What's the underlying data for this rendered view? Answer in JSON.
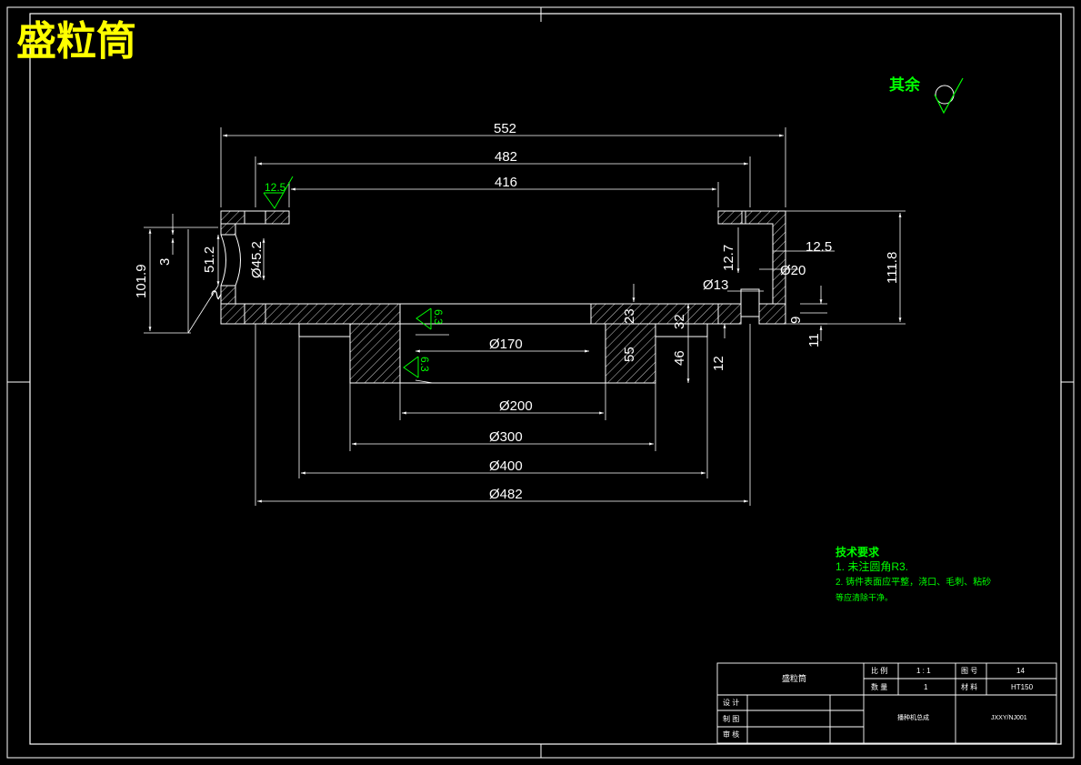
{
  "title": "盛粒筒",
  "roughness": {
    "other_label": "其余",
    "r12_5": "12.5",
    "r6_3_a": "6.3",
    "r6_3_b": "6.3"
  },
  "dimensions": {
    "d552": "552",
    "d482_top": "482",
    "d416": "416",
    "d101_9": "101.9",
    "d3": "3",
    "d51_2": "51.2",
    "d45_2": "Ø45.2",
    "d2": "2",
    "d12_7": "12.7",
    "d12_5": "12.5",
    "d20": "Ø20",
    "d13": "Ø13",
    "d111_8": "111.8",
    "d23": "23",
    "d32": "32",
    "d9": "9",
    "d11": "11",
    "d170": "Ø170",
    "d55": "55",
    "d46": "46",
    "d12": "12",
    "d200": "Ø200",
    "d300": "Ø300",
    "d400": "Ø400",
    "d482_bot": "Ø482"
  },
  "tech_requirements": {
    "heading": "技术要求",
    "line1": "1. 未注圆角R3.",
    "line2": "2. 铸件表面应平整，浇口、毛刺、粘砂",
    "line3": "等应清除干净。"
  },
  "title_block": {
    "part_name": "盛粒筒",
    "scale_label": "比 例",
    "scale_value": "1 : 1",
    "drawing_no_label": "图 号",
    "drawing_no_value": "14",
    "quantity_label": "数 量",
    "quantity_value": "1",
    "material_label": "材 料",
    "material_value": "HT150",
    "design_label": "设 计",
    "draw_label": "制 图",
    "review_label": "审 核",
    "assembly_name": "播种机总成",
    "school_code": "JXXY/NJ001"
  },
  "colors": {
    "background": "#000000",
    "lines": "#ffffff",
    "title": "#ffff00",
    "annotation": "#00ff00"
  }
}
